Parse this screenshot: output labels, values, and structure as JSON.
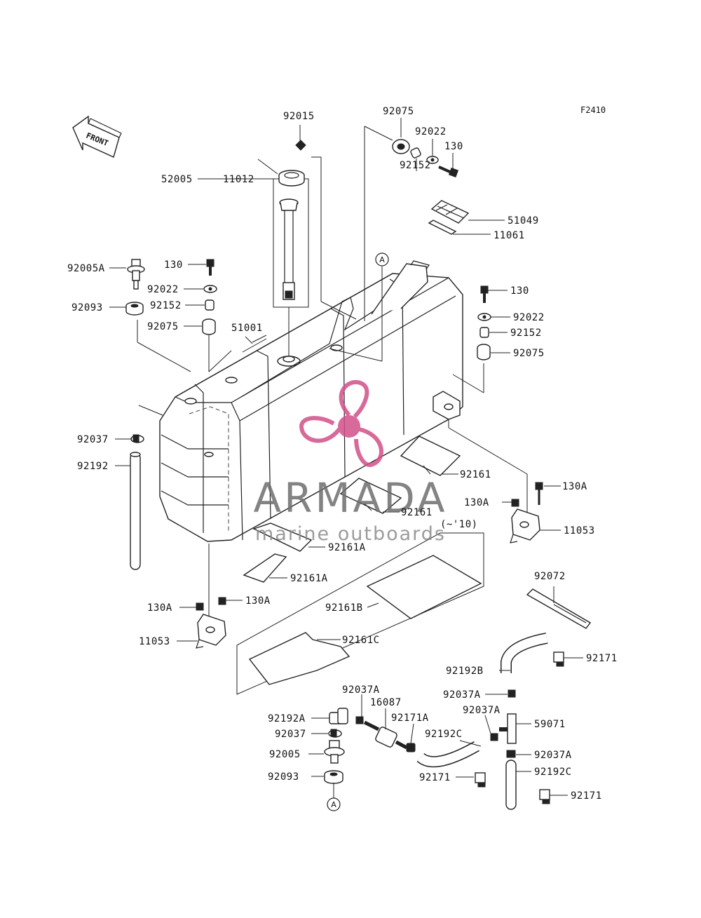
{
  "figure_code": "F2410",
  "front_label": "FRONT",
  "watermark": {
    "brand": "ARMADA",
    "tagline": "marine outboards",
    "logo_color": "#d24f8a"
  },
  "ref_marker": "A",
  "note": "(~'10)",
  "labels": {
    "l92015": "92015",
    "l92075_top": "92075",
    "l92022_top": "92022",
    "l130_top": "130",
    "l92152_top": "92152",
    "l52005": "52005",
    "l11012": "11012",
    "l51049": "51049",
    "l11061": "11061",
    "l92005A": "92005A",
    "l130_left": "130",
    "l92022_left": "92022",
    "l92093_left": "92093",
    "l92152_left": "92152",
    "l92075_left": "92075",
    "l51001": "51001",
    "l130_right": "130",
    "l92022_right": "92022",
    "l92152_right": "92152",
    "l92075_right": "92075",
    "l92037": "92037",
    "l92192": "92192",
    "l92161_a": "92161",
    "l92161_b": "92161",
    "l130A_r1": "130A",
    "l130A_r2": "130A",
    "l11053_right": "11053",
    "l92161A_1": "92161A",
    "l92161A_2": "92161A",
    "l92161B": "92161B",
    "l92161C": "92161C",
    "l130A_l1": "130A",
    "l130A_l2": "130A",
    "l11053_left": "11053",
    "l92072": "92072",
    "l92171_a": "92171",
    "l92192B": "92192B",
    "l92037A_1": "92037A",
    "l92037A_2": "92037A",
    "l92037A_3": "92037A",
    "l92037A_4": "92037A",
    "l16087": "16087",
    "l92192A": "92192A",
    "l92171A": "92171A",
    "l92037_bottom": "92037",
    "l92192C_1": "92192C",
    "l92192C_2": "92192C",
    "l59071": "59071",
    "l92005": "92005",
    "l92093_bottom": "92093",
    "l92171_b": "92171",
    "l92171_c": "92171"
  }
}
